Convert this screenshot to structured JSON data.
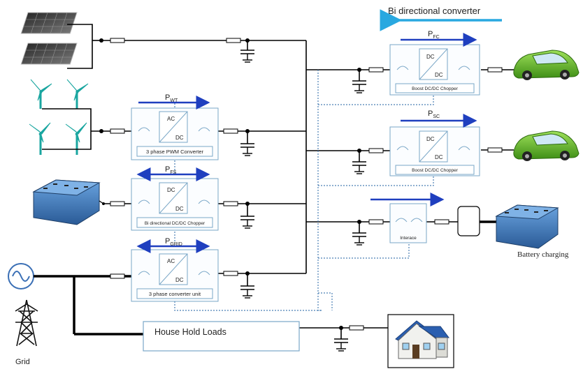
{
  "title": "Bi directional converter",
  "flows": {
    "pwt_base": "P",
    "pwt_sub": "WT",
    "pfs_base": "P",
    "pfs_sub": "FS",
    "pgrid_base": "P",
    "pgrid_sub": "GRID",
    "pfc_base": "P",
    "pfc_sub": "FC",
    "psc_base": "P",
    "psc_sub": "SC"
  },
  "converters": {
    "wt": {
      "top": "AC",
      "bottom": "DC",
      "caption": "3 phase PWM Converter"
    },
    "fs": {
      "top": "DC",
      "bottom": "DC",
      "caption": "Bi directional DC/DC Chopper"
    },
    "grid": {
      "top": "AC",
      "bottom": "DC",
      "caption": "3 phase converter unit"
    },
    "fc": {
      "top": "DC",
      "bottom": "DC",
      "caption": "Boost DC/DC Chopper"
    },
    "sc": {
      "top": "DC",
      "bottom": "DC",
      "caption": "Boost DC/DC Chopper"
    },
    "batt": {
      "caption": "Interace"
    }
  },
  "labels": {
    "house_loads": "House Hold Loads",
    "battery_charging": "Battery charging",
    "grid": "Grid"
  },
  "colors": {
    "flow_arrow": "#1f3fbf",
    "bidir_arrow": "#29a8e0",
    "converter_border": "#7aa7c7",
    "dotted": "#4a7fb5",
    "car": "#6cbf2a",
    "battery": "#3a73b8"
  }
}
